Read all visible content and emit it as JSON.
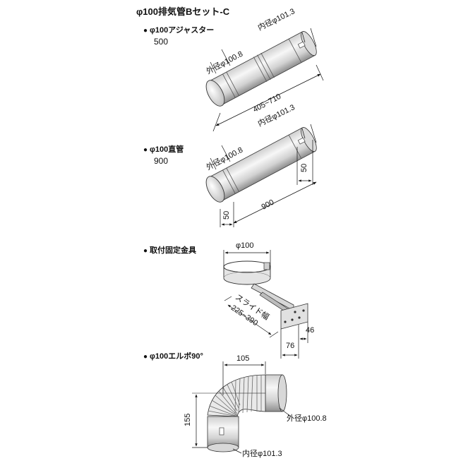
{
  "title": "φ100排気管Bセット-C",
  "items": [
    {
      "bullet": "●",
      "name": "φ100アジャスター",
      "code": "500",
      "inner_diameter": "内径φ101.3",
      "outer_diameter": "外径φ100.8",
      "length": "405~710"
    },
    {
      "bullet": "●",
      "name": "φ100直管",
      "code": "900",
      "inner_diameter": "内径φ101.3",
      "outer_diameter": "外径φ100.8",
      "dim_left": "50",
      "dim_right": "50",
      "length": "900"
    },
    {
      "bullet": "●",
      "name": "取付固定金具",
      "diameter": "φ100",
      "slide_label": "スライド幅",
      "slide_range": "225~390",
      "dim_76": "76",
      "dim_46": "46"
    },
    {
      "bullet": "●",
      "name": "φ100エルボ90°",
      "dim_width": "105",
      "dim_height": "155",
      "outer_diameter": "外径φ100.8",
      "inner_diameter": "内径φ101.3"
    }
  ]
}
